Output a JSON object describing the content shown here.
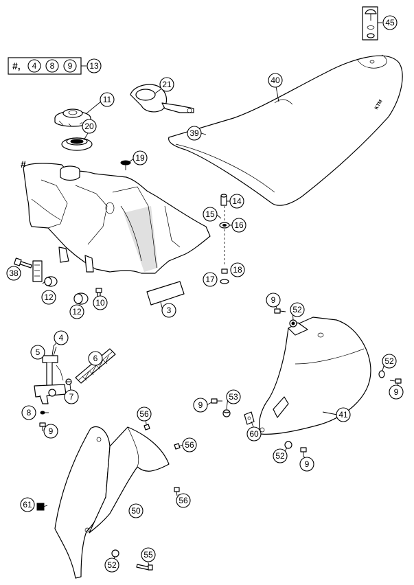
{
  "kit_box": {
    "prefix": "#,",
    "items": [
      "4",
      "8",
      "9"
    ],
    "ref": "13"
  },
  "hash_mark": "#",
  "seat_logo": "KTM",
  "callouts": [
    {
      "id": "c45",
      "label": "45"
    },
    {
      "id": "c21",
      "label": "21"
    },
    {
      "id": "c11",
      "label": "11"
    },
    {
      "id": "c40",
      "label": "40"
    },
    {
      "id": "c20",
      "label": "20"
    },
    {
      "id": "c39",
      "label": "39"
    },
    {
      "id": "c19",
      "label": "19"
    },
    {
      "id": "c14",
      "label": "14"
    },
    {
      "id": "c15",
      "label": "15"
    },
    {
      "id": "c16",
      "label": "16"
    },
    {
      "id": "c38",
      "label": "38"
    },
    {
      "id": "c17",
      "label": "17"
    },
    {
      "id": "c18",
      "label": "18"
    },
    {
      "id": "c12a",
      "label": "12"
    },
    {
      "id": "c12b",
      "label": "12"
    },
    {
      "id": "c3",
      "label": "3"
    },
    {
      "id": "c10",
      "label": "10"
    },
    {
      "id": "c9a",
      "label": "9"
    },
    {
      "id": "c52a",
      "label": "52"
    },
    {
      "id": "c4",
      "label": "4"
    },
    {
      "id": "c5",
      "label": "5"
    },
    {
      "id": "c6",
      "label": "6"
    },
    {
      "id": "c7",
      "label": "7"
    },
    {
      "id": "c52b",
      "label": "52"
    },
    {
      "id": "c9b",
      "label": "9"
    },
    {
      "id": "c53",
      "label": "53"
    },
    {
      "id": "c9c",
      "label": "9"
    },
    {
      "id": "c8",
      "label": "8"
    },
    {
      "id": "c9d",
      "label": "9"
    },
    {
      "id": "c41",
      "label": "41"
    },
    {
      "id": "c56a",
      "label": "56"
    },
    {
      "id": "c60",
      "label": "60"
    },
    {
      "id": "c56b",
      "label": "56"
    },
    {
      "id": "c52c",
      "label": "52"
    },
    {
      "id": "c9e",
      "label": "9"
    },
    {
      "id": "c56c",
      "label": "56"
    },
    {
      "id": "c61",
      "label": "61"
    },
    {
      "id": "c50",
      "label": "50"
    },
    {
      "id": "c55",
      "label": "55"
    },
    {
      "id": "c52d",
      "label": "52"
    }
  ]
}
